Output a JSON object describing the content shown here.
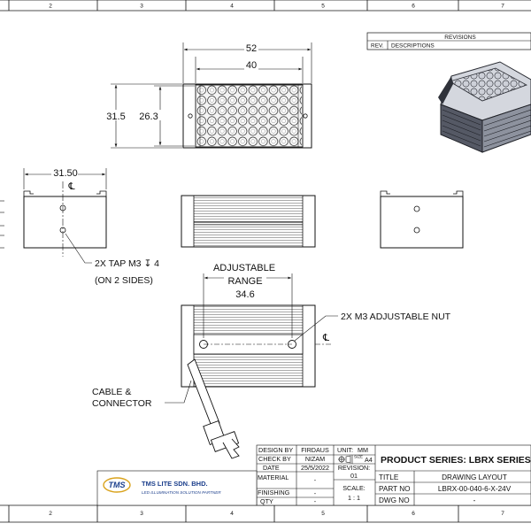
{
  "zones": {
    "columns": [
      "2",
      "3",
      "4",
      "5",
      "6",
      "7"
    ],
    "rows": []
  },
  "revisions": {
    "title": "REVISIONS",
    "col_rev": "REV.",
    "col_desc": "DESCRIPTIONS"
  },
  "dimensions": {
    "width_outer": "52",
    "width_inner": "40",
    "height_outer": "31.5",
    "height_inner": "26.3",
    "side_width": "31.50",
    "centerline_symbol": "℄",
    "adjustable_label_1": "ADJUSTABLE",
    "adjustable_label_2": "RANGE",
    "adjustable_value": "34.6"
  },
  "notes": {
    "tap_1": "2X TAP M3 ↧ 4",
    "tap_2": "(ON 2 SIDES)",
    "nut": "2X M3 ADJUSTABLE NUT",
    "cable_1": "CABLE &",
    "cable_2": "CONNECTOR"
  },
  "title_block": {
    "company_name": "TMS LITE SDN. BHD.",
    "company_tagline": "LED ILLUMINATION SOLUTION PARTNER",
    "logo_text": "TMS",
    "rows": [
      {
        "label": "DESIGN BY",
        "value": "FIRDAUS"
      },
      {
        "label": "CHECK BY",
        "value": "NIZAM"
      },
      {
        "label": "DATE",
        "value": "25/5/2022"
      },
      {
        "label": "MATERIAL",
        "value": "-"
      },
      {
        "label": "FINISHING",
        "value": "-"
      },
      {
        "label": "QTY",
        "value": "-"
      }
    ],
    "unit_label": "UNIT:",
    "unit_value": "MM",
    "size_label": "SIZE",
    "size_value": "A4",
    "revision_label": "REVISION:",
    "revision_value": "01",
    "scale_label": "SCALE:",
    "scale_value": "1 : 1",
    "product_series": "PRODUCT SERIES: LBRX SERIES",
    "fields": [
      {
        "label": "TITLE",
        "value": "DRAWING LAYOUT"
      },
      {
        "label": "PART NO",
        "value": "LBRX-00-040-6-X-24V"
      },
      {
        "label": "DWG NO",
        "value": "-"
      }
    ]
  },
  "colors": {
    "line": "#111111",
    "logo_blue": "#1c3f8c",
    "logo_gold": "#d9a21b",
    "iso_dark": "#3a3d48",
    "iso_light": "#b8bcc6"
  }
}
